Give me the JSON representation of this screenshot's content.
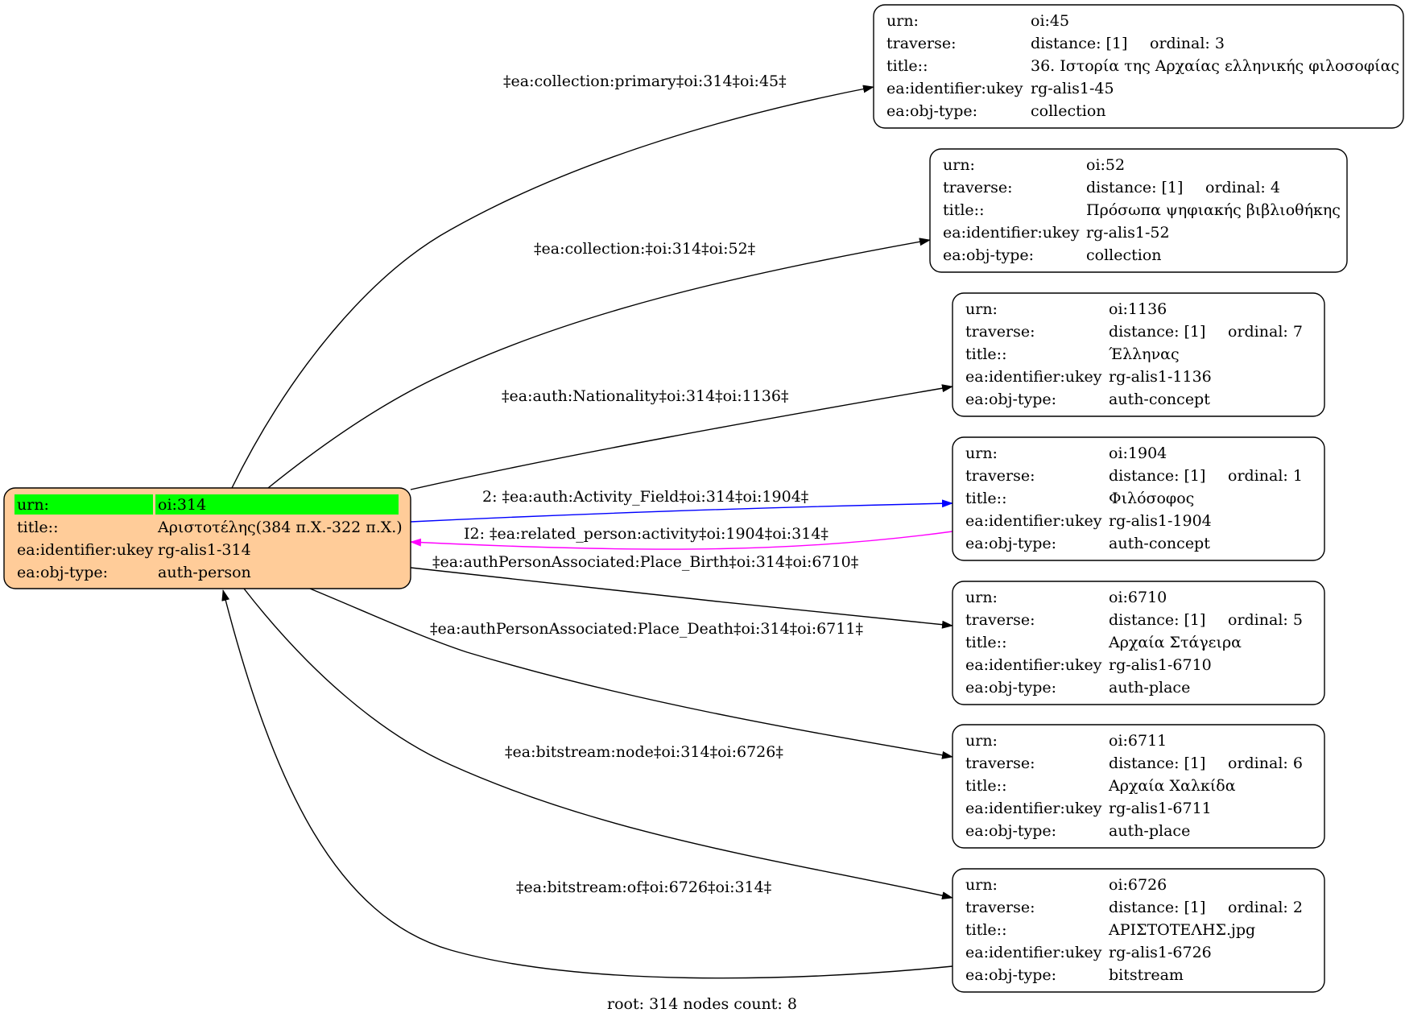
{
  "graph": {
    "caption": "root: 314 nodes count: 8",
    "root": {
      "urn_key": "urn:",
      "urn": "oi:314",
      "title_key": "title::",
      "title": "Αριστοτέλης(384 π.Χ.-322 π.Χ.)",
      "ukey_key": "ea:identifier:ukey",
      "ukey": "rg-alis1-314",
      "type_key": "ea:obj-type:",
      "type": "auth-person",
      "fill": "#ffcc99",
      "highlight": "#00ff00"
    },
    "labels": {
      "urn": "urn:",
      "traverse": "traverse:",
      "title": "title::",
      "ukey": "ea:identifier:ukey",
      "type": "ea:obj-type:"
    },
    "nodes": [
      {
        "id": "n45",
        "urn": "oi:45",
        "distance": "distance: [1]",
        "ordinal": "ordinal: 3",
        "title": "36. Ιστορία της Αρχαίας ελληνικής φιλοσοφίας",
        "ukey": "rg-alis1-45",
        "type": "collection"
      },
      {
        "id": "n52",
        "urn": "oi:52",
        "distance": "distance: [1]",
        "ordinal": "ordinal: 4",
        "title": "Πρόσωπα ψηφιακής βιβλιοθήκης",
        "ukey": "rg-alis1-52",
        "type": "collection"
      },
      {
        "id": "n1136",
        "urn": "oi:1136",
        "distance": "distance: [1]",
        "ordinal": "ordinal: 7",
        "title": "Έλληνας",
        "ukey": "rg-alis1-1136",
        "type": "auth-concept"
      },
      {
        "id": "n1904",
        "urn": "oi:1904",
        "distance": "distance: [1]",
        "ordinal": "ordinal: 1",
        "title": "Φιλόσοφος",
        "ukey": "rg-alis1-1904",
        "type": "auth-concept"
      },
      {
        "id": "n6710",
        "urn": "oi:6710",
        "distance": "distance: [1]",
        "ordinal": "ordinal: 5",
        "title": "Αρχαία Στάγειρα",
        "ukey": "rg-alis1-6710",
        "type": "auth-place"
      },
      {
        "id": "n6711",
        "urn": "oi:6711",
        "distance": "distance: [1]",
        "ordinal": "ordinal: 6",
        "title": "Αρχαία Χαλκίδα",
        "ukey": "rg-alis1-6711",
        "type": "auth-place"
      },
      {
        "id": "n6726",
        "urn": "oi:6726",
        "distance": "distance: [1]",
        "ordinal": "ordinal: 2",
        "title": "ΑΡΙΣΤΟΤΕΛΗΣ.jpg",
        "ukey": "rg-alis1-6726",
        "type": "bitstream"
      }
    ],
    "edges": [
      {
        "id": "e45",
        "label": "‡ea:collection:primary‡oi:314‡oi:45‡",
        "color": "#000000"
      },
      {
        "id": "e52",
        "label": "‡ea:collection:‡oi:314‡oi:52‡",
        "color": "#000000"
      },
      {
        "id": "e1136",
        "label": "‡ea:auth:Nationality‡oi:314‡oi:1136‡",
        "color": "#000000"
      },
      {
        "id": "e1904",
        "label": "2: ‡ea:auth:Activity_Field‡oi:314‡oi:1904‡",
        "color": "#0000ff"
      },
      {
        "id": "e1904r",
        "label": "I2: ‡ea:related_person:activity‡oi:1904‡oi:314‡",
        "color": "#ff00ff"
      },
      {
        "id": "e6710",
        "label": "‡ea:authPersonAssociated:Place_Birth‡oi:314‡oi:6710‡",
        "color": "#000000"
      },
      {
        "id": "e6711",
        "label": "‡ea:authPersonAssociated:Place_Death‡oi:314‡oi:6711‡",
        "color": "#000000"
      },
      {
        "id": "e6726",
        "label": "‡ea:bitstream:node‡oi:314‡oi:6726‡",
        "color": "#000000"
      },
      {
        "id": "e6726r",
        "label": "‡ea:bitstream:of‡oi:6726‡oi:314‡",
        "color": "#000000"
      }
    ]
  }
}
